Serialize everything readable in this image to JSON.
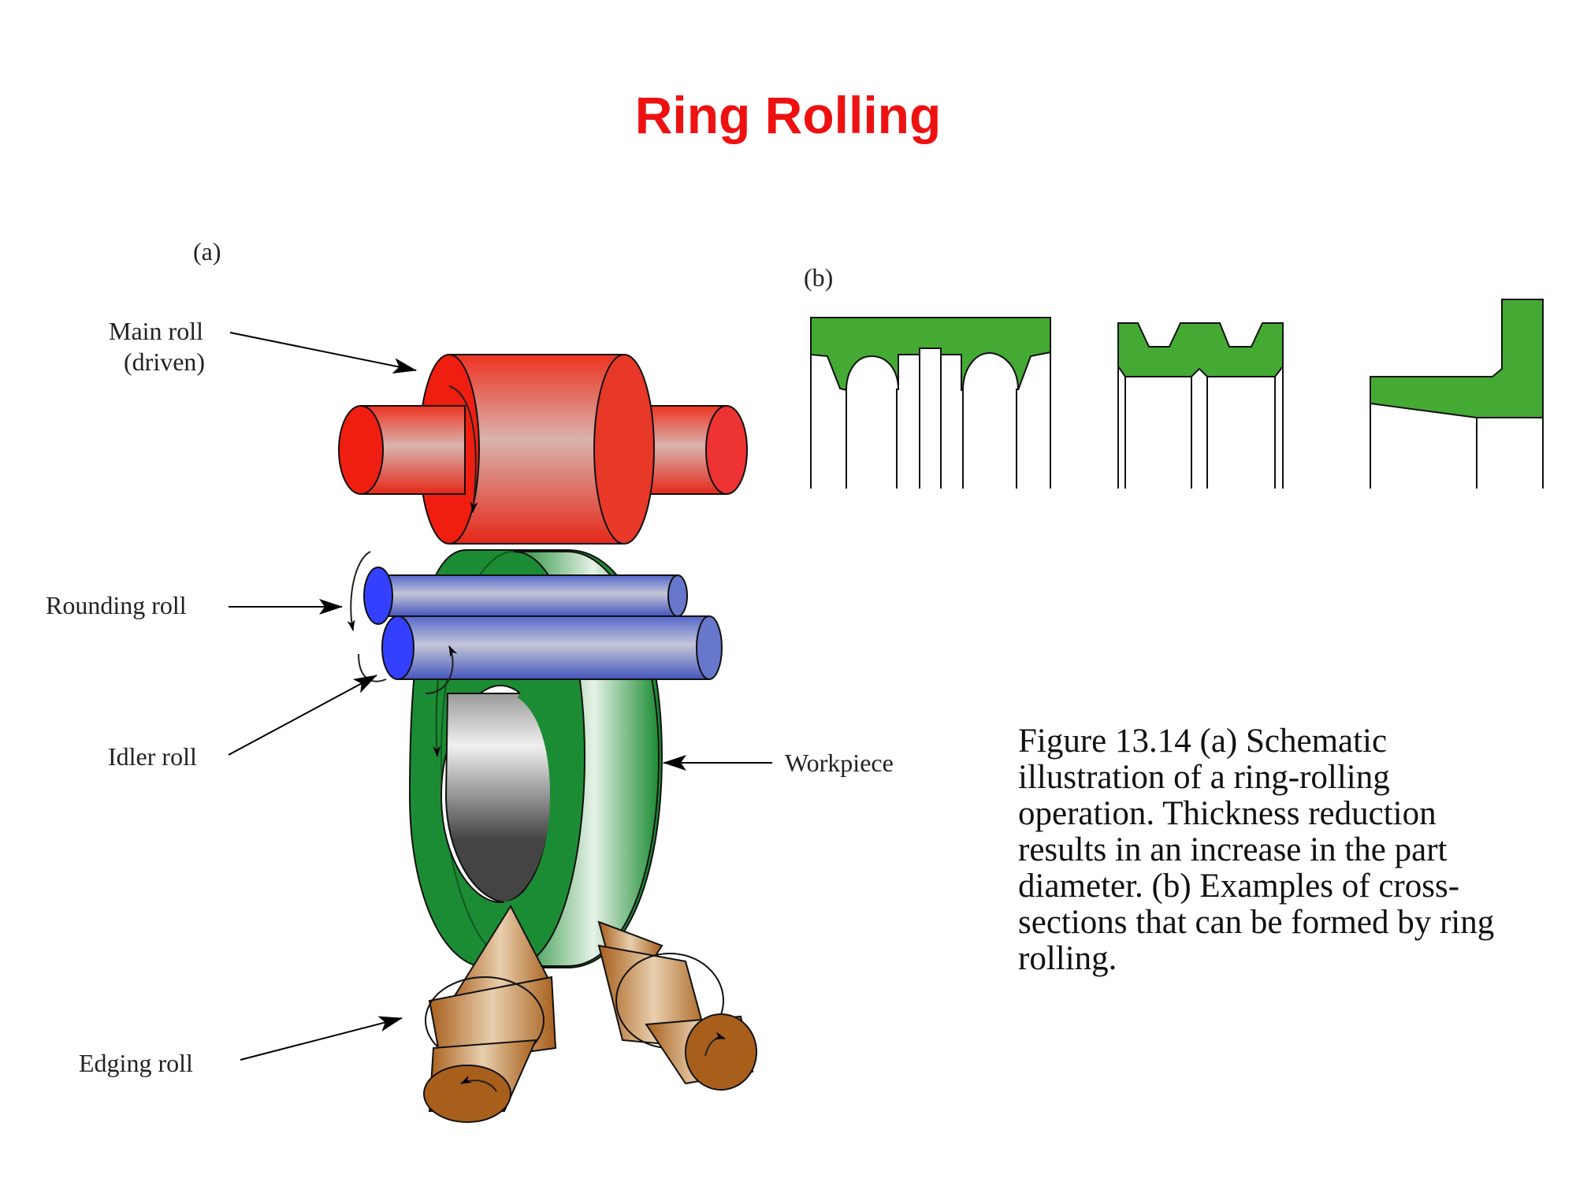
{
  "title": "Ring Rolling",
  "panel_a": {
    "tag": "(a)",
    "labels": {
      "main_roll_line1": "Main   roll",
      "main_roll_line2": "(driven)",
      "rounding_roll": "Rounding   roll",
      "idler_roll": "Idler   roll",
      "edging_roll": "Edging   roll",
      "workpiece": "Workpiece"
    }
  },
  "panel_b": {
    "tag": "(b)"
  },
  "caption": "Figure 13.14  (a) Schematic illustration of a ring-rolling operation.  Thickness reduction results in an increase in the part diameter.  (b) Examples of cross-sections that can be formed by ring rolling.",
  "colors": {
    "title": "#ee1111",
    "main_roll": "#ee3322",
    "rounding_roll": "#5566cc",
    "workpiece": "#1c8c34",
    "edging_roll": "#b06a22",
    "cross_section": "#44aa33"
  }
}
